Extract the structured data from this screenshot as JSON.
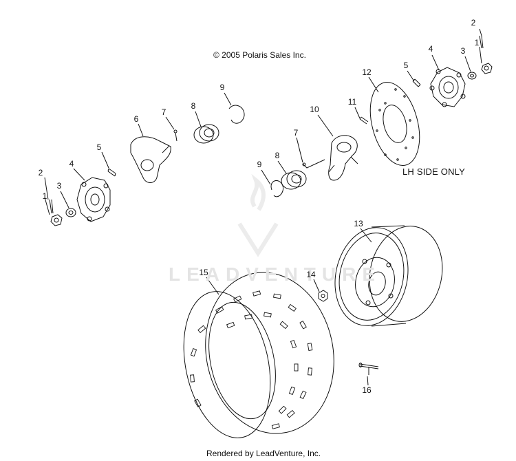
{
  "copyright": "© 2005 Polaris Sales Inc.",
  "note_lh_side": "LH SIDE ONLY",
  "rendered_by": "Rendered by LeadVenture, Inc.",
  "watermark": "LEADVENTURE",
  "callouts": {
    "c2_right": "2",
    "c1_right": "1",
    "c4_right": "4",
    "c3_right": "3",
    "c5_right": "5",
    "c12": "12",
    "c11": "11",
    "c10": "10",
    "c7_right": "7",
    "c8_right": "8",
    "c9_right": "9",
    "c9_left": "9",
    "c8_left": "8",
    "c7_left": "7",
    "c6": "6",
    "c5_left": "5",
    "c4_left": "4",
    "c2_left": "2",
    "c3_left": "3",
    "c1_left": "1",
    "c13": "13",
    "c14": "14",
    "c15": "15",
    "c16": "16"
  },
  "colors": {
    "line": "#111111",
    "watermark": "#e4e4e4"
  }
}
